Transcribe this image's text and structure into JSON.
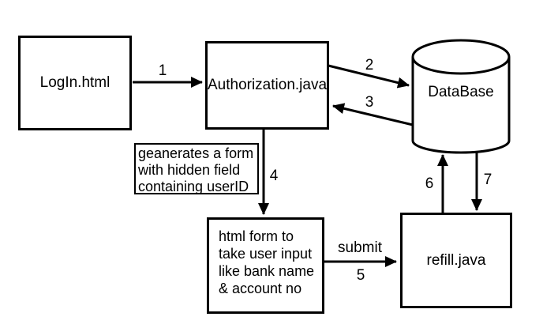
{
  "colors": {
    "ink": "#000000",
    "background": "#ffffff"
  },
  "nodes": {
    "login": {
      "label": "LogIn.html"
    },
    "authorization": {
      "label": "Authorization.java"
    },
    "database": {
      "label": "DataBase"
    },
    "note": {
      "text": "geanerates a form\nwith hidden field\ncontaining userID"
    },
    "html_form": {
      "text": "html form to\ntake user input\nlike bank name\n& account no"
    },
    "refill": {
      "label": "refill.java"
    }
  },
  "edges": {
    "step1": {
      "label": "1",
      "from": "login",
      "to": "authorization"
    },
    "step2": {
      "label": "2",
      "from": "authorization",
      "to": "database"
    },
    "step3": {
      "label": "3",
      "from": "database",
      "to": "authorization"
    },
    "step4": {
      "label": "4",
      "from": "authorization",
      "to": "html_form"
    },
    "step5": {
      "label": "5",
      "caption": "submit",
      "from": "html_form",
      "to": "refill"
    },
    "step6": {
      "label": "6",
      "from": "refill",
      "to": "database"
    },
    "step7": {
      "label": "7",
      "from": "database",
      "to": "refill"
    }
  }
}
